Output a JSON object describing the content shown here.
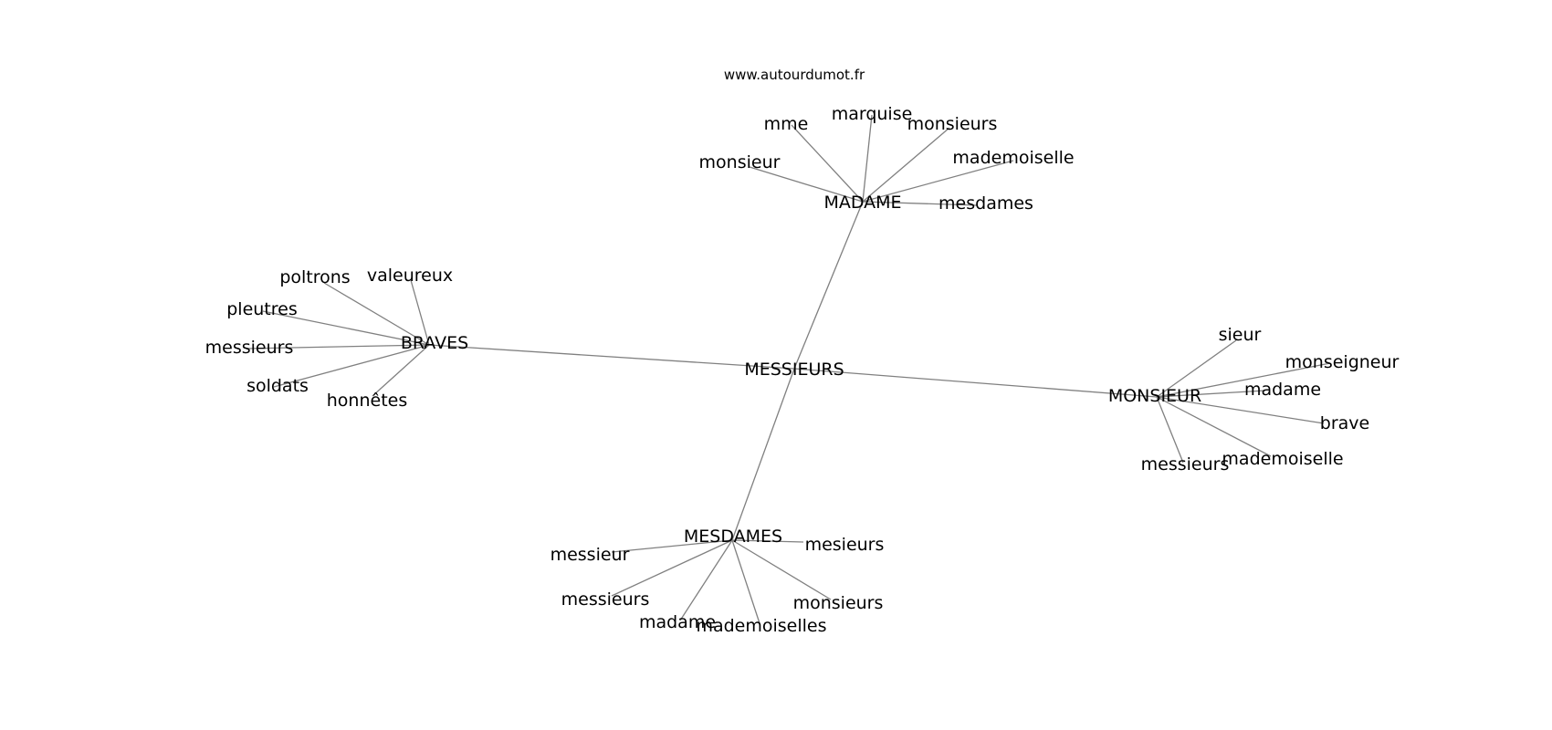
{
  "watermark": "www.autourdumot.fr",
  "colors": {
    "edge": "#808080",
    "text": "#000000",
    "background": "#ffffff"
  },
  "root": "MESSIEURS",
  "hubs": [
    {
      "id": "madame",
      "label": "MADAME",
      "leaves": [
        "mme",
        "marquise",
        "monsieurs",
        "monsieur",
        "mademoiselle",
        "mesdames"
      ]
    },
    {
      "id": "braves",
      "label": "BRAVES",
      "leaves": [
        "poltrons",
        "valeureux",
        "pleutres",
        "messieurs",
        "soldats",
        "honnêtes"
      ]
    },
    {
      "id": "monsieur",
      "label": "MONSIEUR",
      "leaves": [
        "sieur",
        "monseigneur",
        "madame",
        "brave",
        "messieurs",
        "mademoiselle"
      ]
    },
    {
      "id": "mesdames",
      "label": "MESDAMES",
      "leaves": [
        "messieur",
        "mesieurs",
        "messieurs",
        "monsieurs",
        "madame",
        "mademoiselles"
      ]
    }
  ]
}
